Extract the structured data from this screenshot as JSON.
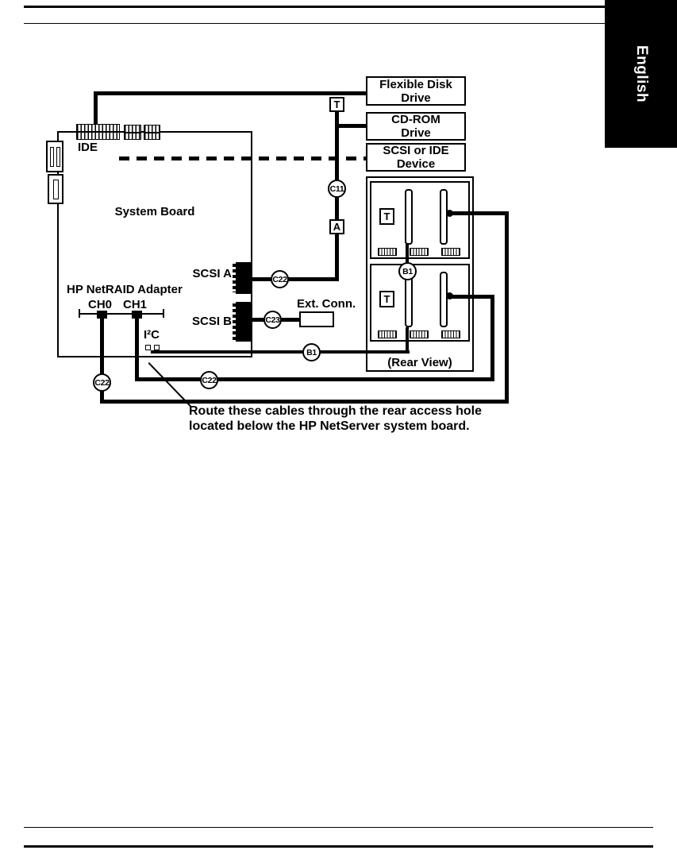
{
  "tab": {
    "label": "English"
  },
  "devices": {
    "flexible_disk": {
      "line1": "Flexible Disk",
      "line2": "Drive"
    },
    "cdrom": {
      "line1": "CD-ROM",
      "line2": "Drive"
    },
    "scsi_ide": {
      "line1": "SCSI or IDE",
      "line2": "Device"
    }
  },
  "system_board": {
    "title": "System Board",
    "ide_label": "IDE",
    "scsi_a_label": "SCSI A",
    "scsi_b_label": "SCSI B"
  },
  "adapter": {
    "title": "HP NetRAID Adapter",
    "ch0": "CH0",
    "ch1": "CH1",
    "i2c": "I²C"
  },
  "labels": {
    "ext_conn": "Ext. Conn.",
    "rear_view": "(Rear View)",
    "terminator": "T",
    "adapter_a": "A"
  },
  "cables": {
    "c11": "C11",
    "c22": "C22",
    "c23": "C23",
    "b1": "B1"
  },
  "note": {
    "line1": "Route these cables through the rear access hole",
    "line2": "located below the HP NetServer system board."
  }
}
